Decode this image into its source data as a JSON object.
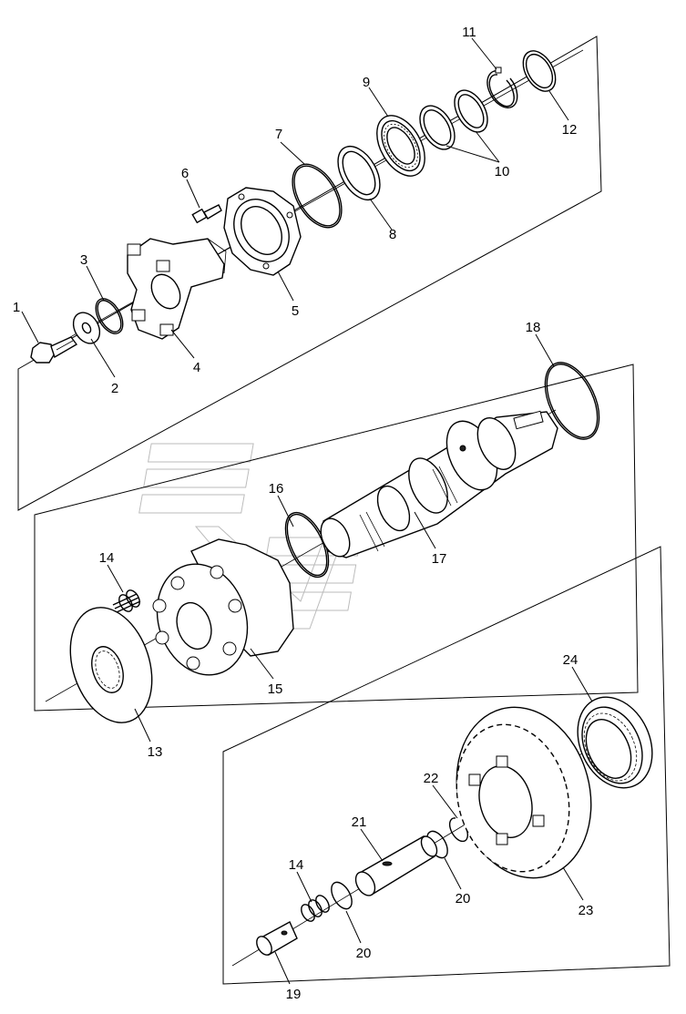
{
  "labels": {
    "p1": "1",
    "p2": "2",
    "p3": "3",
    "p4": "4",
    "p5": "5",
    "p6": "6",
    "p7": "7",
    "p8": "8",
    "p9": "9",
    "p10": "10",
    "p11": "11",
    "p12": "12",
    "p13": "13",
    "p14a": "14",
    "p14b": "14",
    "p15": "15",
    "p16": "16",
    "p17": "17",
    "p18": "18",
    "p19": "19",
    "p20a": "20",
    "p20b": "20",
    "p21": "21",
    "p22": "22",
    "p23": "23",
    "p24": "24"
  }
}
